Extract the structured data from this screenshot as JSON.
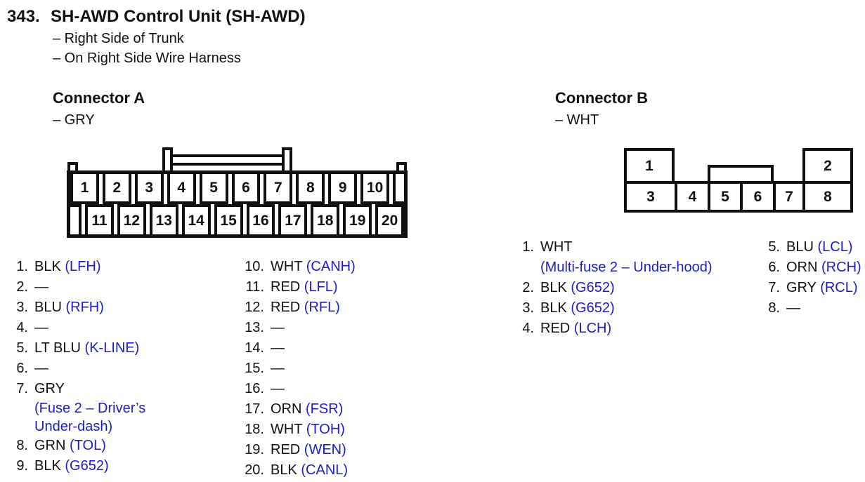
{
  "page": {
    "item_number": "343.",
    "title": "SH-AWD Control Unit (SH-AWD)",
    "location_line1": "– Right Side of Trunk",
    "location_line2": "– On Right Side Wire Harness"
  },
  "colors": {
    "signal_blue": "#1b1bc8",
    "line_black": "#111111"
  },
  "connector_a": {
    "heading": "Connector A",
    "color_note": "– GRY",
    "diagram": {
      "top_row_pins": [
        "1",
        "2",
        "3",
        "4",
        "5",
        "6",
        "7",
        "8",
        "9",
        "10"
      ],
      "bottom_row_pins": [
        "11",
        "12",
        "13",
        "14",
        "15",
        "16",
        "17",
        "18",
        "19",
        "20"
      ]
    },
    "pins_col1": [
      {
        "num": "1.",
        "wire": "BLK",
        "signal": "(LFH)"
      },
      {
        "num": "2.",
        "wire": "—"
      },
      {
        "num": "3.",
        "wire": "BLU",
        "signal": "(RFH)"
      },
      {
        "num": "4.",
        "wire": "—"
      },
      {
        "num": "5.",
        "wire": "LT BLU",
        "signal": "(K-LINE)"
      },
      {
        "num": "6.",
        "wire": "—"
      },
      {
        "num": "7.",
        "wire": "GRY",
        "note_lines": [
          "(Fuse 2 – Driver’s",
          "Under-dash)"
        ]
      },
      {
        "num": "8.",
        "wire": "GRN",
        "signal": "(TOL)"
      },
      {
        "num": "9.",
        "wire": "BLK",
        "signal": "(G652)"
      }
    ],
    "pins_col2": [
      {
        "num": "10.",
        "wire": "WHT",
        "signal": "(CANH)"
      },
      {
        "num": "11.",
        "wire": "RED",
        "signal": "(LFL)"
      },
      {
        "num": "12.",
        "wire": "RED",
        "signal": "(RFL)"
      },
      {
        "num": "13.",
        "wire": "—"
      },
      {
        "num": "14.",
        "wire": "—"
      },
      {
        "num": "15.",
        "wire": "—"
      },
      {
        "num": "16.",
        "wire": "—"
      },
      {
        "num": "17.",
        "wire": "ORN",
        "signal": "(FSR)"
      },
      {
        "num": "18.",
        "wire": "WHT",
        "signal": "(TOH)"
      },
      {
        "num": "19.",
        "wire": "RED",
        "signal": "(WEN)"
      },
      {
        "num": "20.",
        "wire": "BLK",
        "signal": "(CANL)"
      }
    ]
  },
  "connector_b": {
    "heading": "Connector B",
    "color_note": "– WHT",
    "diagram": {
      "top_left_pin": "1",
      "top_right_pin": "2",
      "bottom_row_pins": [
        "3",
        "4",
        "5",
        "6",
        "7",
        "8"
      ]
    },
    "pins_col1": [
      {
        "num": "1.",
        "wire": "WHT",
        "note_lines": [
          "(Multi-fuse 2 – Under-hood)"
        ]
      },
      {
        "num": "2.",
        "wire": "BLK",
        "signal": "(G652)"
      },
      {
        "num": "3.",
        "wire": "BLK",
        "signal": "(G652)"
      },
      {
        "num": "4.",
        "wire": "RED",
        "signal": "(LCH)"
      }
    ],
    "pins_col2": [
      {
        "num": "5.",
        "wire": "BLU",
        "signal": "(LCL)"
      },
      {
        "num": "6.",
        "wire": "ORN",
        "signal": "(RCH)"
      },
      {
        "num": "7.",
        "wire": "GRY",
        "signal": "(RCL)"
      },
      {
        "num": "8.",
        "wire": "—"
      }
    ]
  }
}
